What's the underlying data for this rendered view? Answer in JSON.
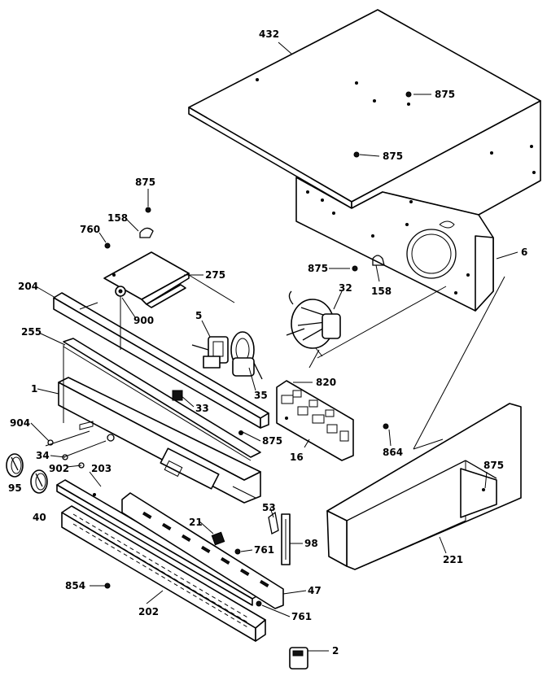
{
  "diagram": {
    "callouts": {
      "p432": "432",
      "p875_top": "875",
      "p875_mid": "875",
      "p6": "6",
      "p875_fan": "875",
      "p158_fan": "158",
      "p32": "32",
      "p820": "820",
      "p16": "16",
      "p864_right": "864",
      "p875_side": "875",
      "p221": "221",
      "p875_bracket": "875",
      "p158_bracket": "158",
      "p760": "760",
      "p275": "275",
      "p204": "204",
      "p900": "900",
      "p5": "5",
      "p35": "35",
      "p255": "255",
      "p33": "33",
      "p1": "1",
      "p875_panel": "875",
      "p904": "904",
      "p34": "34",
      "p902": "902",
      "p203": "203",
      "p95": "95",
      "p40": "40",
      "p53": "53",
      "p21": "21",
      "p98": "98",
      "p761_a": "761",
      "p47": "47",
      "p854": "854",
      "p761_b": "761",
      "p202": "202",
      "p2": "2"
    }
  }
}
